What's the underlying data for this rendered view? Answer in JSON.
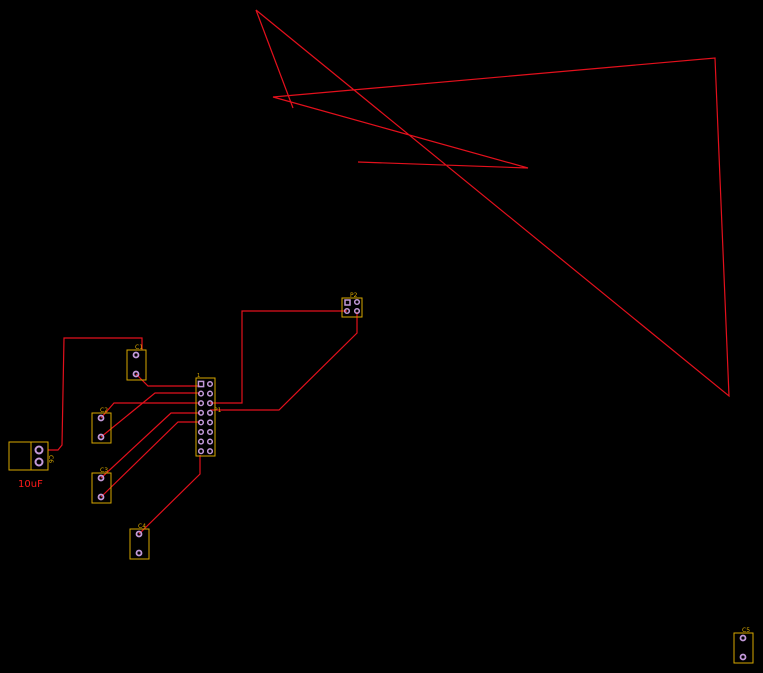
{
  "colors": {
    "background": "#000000",
    "trace": "#e3101c",
    "silkscreen": "#d8a800",
    "pad_ring": "#c39ad9",
    "value_text": "#ff1a1a"
  },
  "board": {
    "components": [
      {
        "ref": "C1"
      },
      {
        "ref": "C2"
      },
      {
        "ref": "C3"
      },
      {
        "ref": "C4"
      },
      {
        "ref": "C5"
      },
      {
        "ref": "C6"
      },
      {
        "ref": "P1"
      },
      {
        "ref": "P2"
      }
    ],
    "value_label": "10uF",
    "pin1_mark": "1"
  }
}
